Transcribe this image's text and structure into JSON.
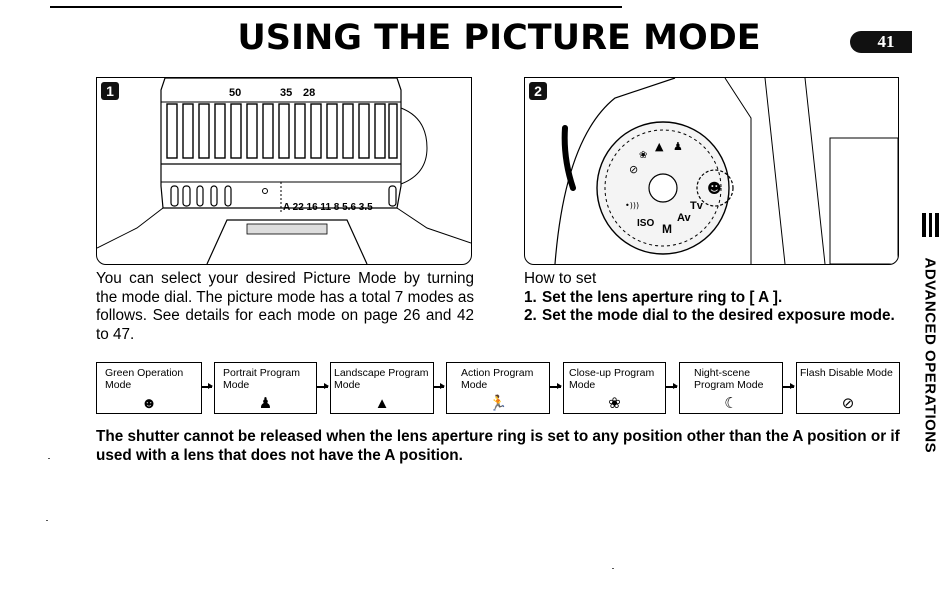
{
  "page": {
    "title": "USING THE PICTURE MODE",
    "page_number": "41",
    "section_tab": "ADVANCED OPERATIONS"
  },
  "figure1": {
    "badge": "1",
    "focal_lengths": [
      "50",
      "35",
      "28"
    ],
    "aperture_scale": "A 22 16 11 8 5.6 3.5"
  },
  "figure2": {
    "badge": "2",
    "dial_labels": [
      "ISO",
      "M",
      "Av",
      "Tv"
    ]
  },
  "intro_text": "You can select your desired Picture Mode by turning the mode dial. The picture mode has a total 7 modes as follows. See details for each mode on page 26 and 42 to 47.",
  "how_to": {
    "heading": "How to set",
    "steps": [
      {
        "num": "1.",
        "text": "Set the lens aperture ring to [ A ]."
      },
      {
        "num": "2.",
        "text": "Set the mode dial to the desired exposure mode."
      }
    ]
  },
  "modes": [
    {
      "label": "Green Operation Mode",
      "icon": "green-face-icon",
      "glyph": "☻"
    },
    {
      "label": "Portrait Program Mode",
      "icon": "portrait-icon",
      "glyph": "♟"
    },
    {
      "label": "Landscape Program Mode",
      "icon": "mountain-icon",
      "glyph": "▲"
    },
    {
      "label": "Action Program Mode",
      "icon": "runner-icon",
      "glyph": "🏃"
    },
    {
      "label": "Close-up Program Mode",
      "icon": "tulip-icon",
      "glyph": "❀"
    },
    {
      "label": "Night-scene Program Mode",
      "icon": "night-portrait-icon",
      "glyph": "☾"
    },
    {
      "label": "Flash Disable Mode",
      "icon": "flash-off-icon",
      "glyph": "⊘"
    }
  ],
  "warning": "The shutter cannot be released when the lens aperture ring is set to any position other than the A position or if used with a lens that does not have the A position."
}
